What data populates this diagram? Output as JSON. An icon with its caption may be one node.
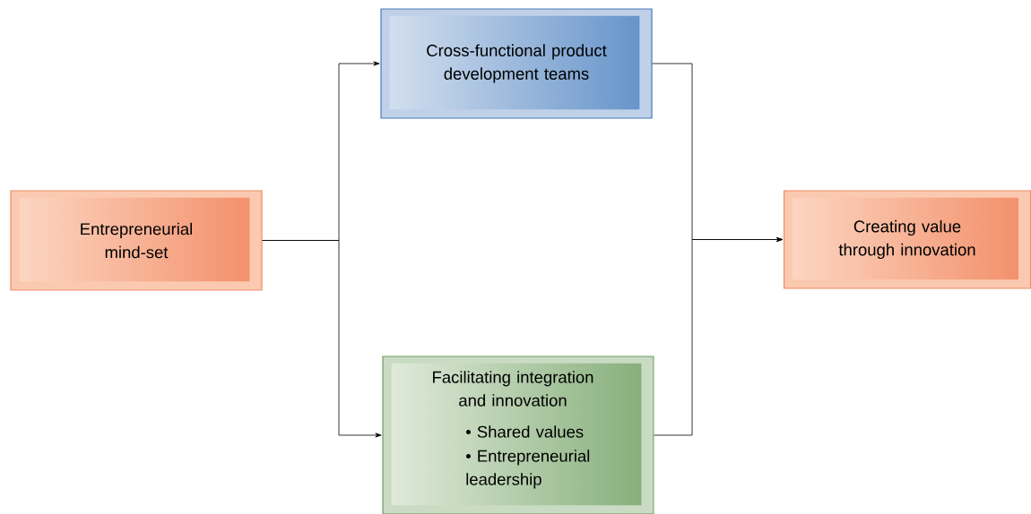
{
  "diagram": {
    "nodes": [
      {
        "text": [
          "Entrepreneurial mind-set"
        ]
      },
      {
        "text": [
          "Cross-functional product development teams"
        ]
      },
      {
        "text": [
          "Facilitating integration and innovation",
          "• Shared values",
          "• Entrepreneurial leadership"
        ]
      },
      {
        "text": [
          "Creating value through innovation"
        ]
      }
    ],
    "edges": [
      {
        "from": 0,
        "to": 1,
        "arrow": "to"
      },
      {
        "from": 0,
        "to": 2,
        "arrow": "to"
      },
      {
        "from": 1,
        "to": 3,
        "arrow": "to"
      },
      {
        "from": 2,
        "to": 3,
        "arrow": "to"
      }
    ]
  }
}
